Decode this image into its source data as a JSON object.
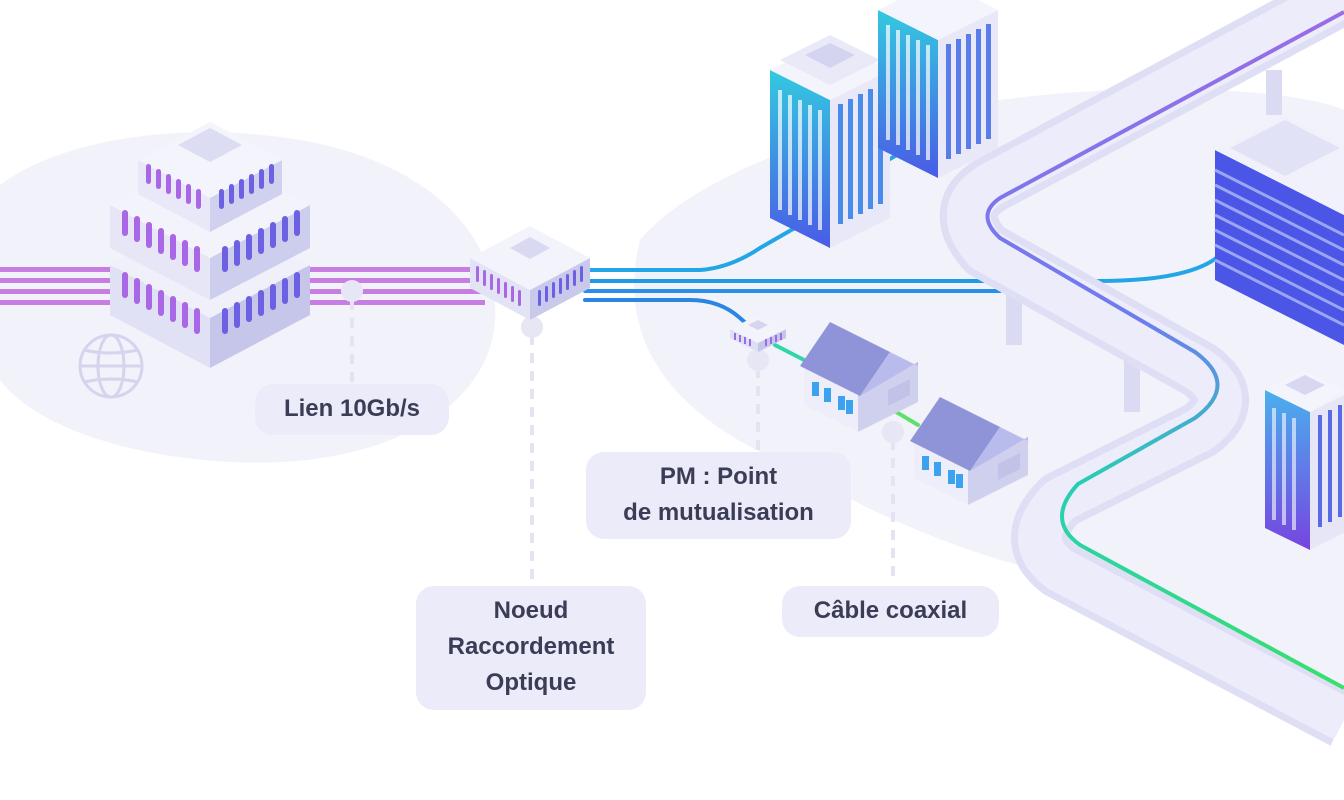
{
  "labels": {
    "lien": "Lien 10Gb/s",
    "pm_line1": "PM : Point",
    "pm_line2": "de mutualisation",
    "nro_line1": "Noeud",
    "nro_line2": "Raccordement",
    "nro_line3": "Optique",
    "cable": "Câble coaxial"
  },
  "colors": {
    "fiber": "#c77ee0",
    "fiber_blue": "#22a6e6",
    "fiber_green": "#2ed7a6",
    "label_bg": "#ebebfa",
    "label_text": "#3b3d57",
    "ground": "#f2f2fb"
  },
  "icons": [
    "globe-icon"
  ]
}
